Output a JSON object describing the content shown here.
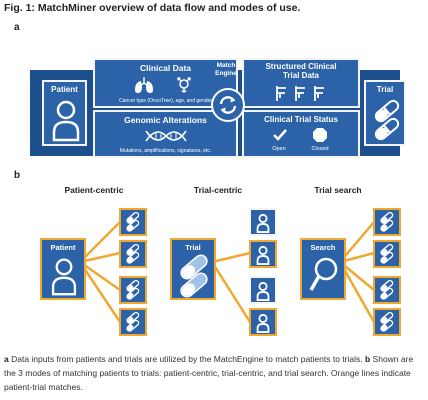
{
  "figure": {
    "title": "Fig. 1: MatchMiner overview of data flow and modes of use.",
    "panel_a_label": "a",
    "panel_b_label": "b"
  },
  "panel_a": {
    "patient_label": "Patient",
    "trial_label": "Trial",
    "match_engine_label": "Match\nEngine",
    "clinical_data": {
      "title": "Clinical Data",
      "subtitle": "Cancer type (OncoTree), age, and gender"
    },
    "genomic_alterations": {
      "title": "Genomic Alterations",
      "subtitle": "Mutations, amplifications, signatures, etc."
    },
    "structured_trial_data": {
      "title": "Structured Clinical\nTrial Data"
    },
    "trial_status": {
      "title": "Clinical Trial Status",
      "open_label": "Open",
      "closed_label": "Closed"
    }
  },
  "panel_b": {
    "patient_centric": {
      "heading": "Patient-centric",
      "center_label": "Patient"
    },
    "trial_centric": {
      "heading": "Trial-centric",
      "center_label": "Trial"
    },
    "trial_search": {
      "heading": "Trial search",
      "center_label": "Search"
    }
  },
  "caption": {
    "a_label": "a",
    "a_text": " Data inputs from patients and trials are utilized by the MatchEngine to match patients to trials. ",
    "b_label": "b",
    "b_text": " Shown are the 3 modes of matching patients to trials: patient-centric, trial-centric, and trial search. Orange lines indicate patient-trial matches."
  },
  "colors": {
    "box_blue": "#2c63a8",
    "match_orange": "#f0a830",
    "background_bar": "#1d4f8c"
  }
}
